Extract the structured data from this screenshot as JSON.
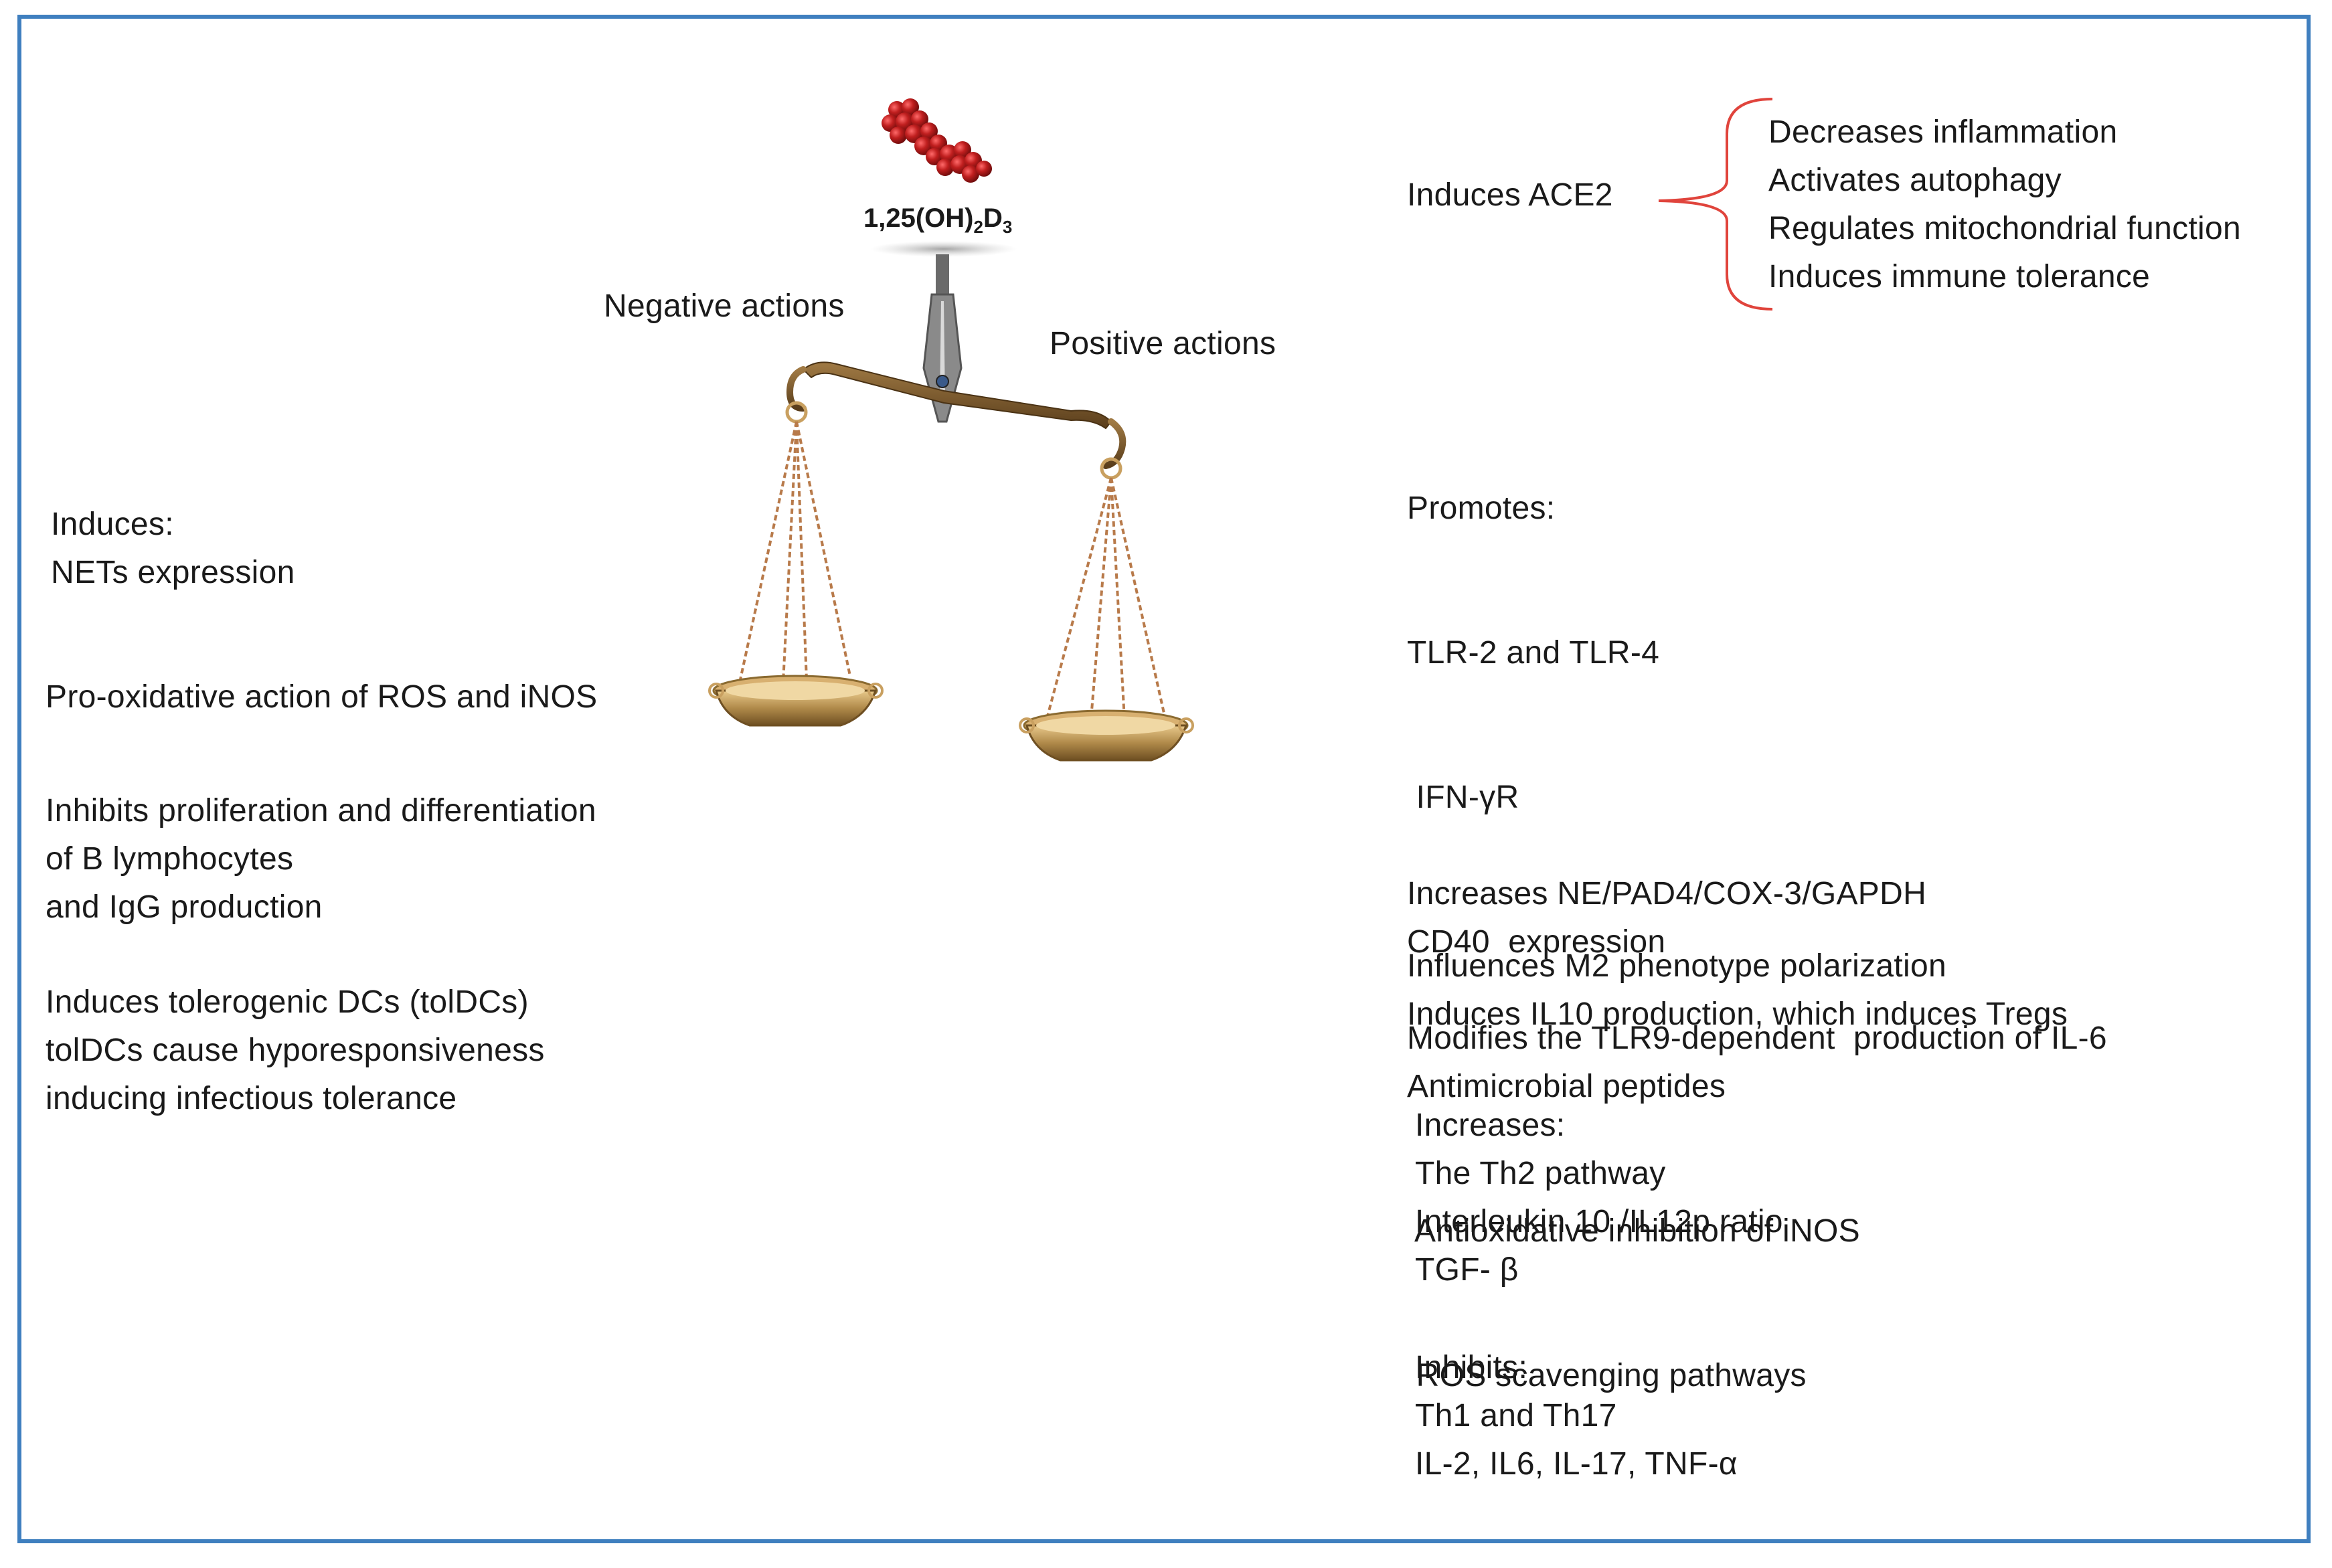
{
  "compound": {
    "label_main": "1,25(OH)",
    "sub1": "2",
    "label_d": "D",
    "sub2": "3"
  },
  "scale": {
    "negative_label": "Negative actions",
    "positive_label": "Positive actions"
  },
  "left": {
    "block1": [
      "Induces:",
      "NETs  expression"
    ],
    "block2": [
      "Pro-oxidative action of ROS and iNOS"
    ],
    "block3": [
      "Inhibits proliferation and differentiation",
      "of B lymphocytes",
      "and IgG production"
    ],
    "block4": [
      "Induces  tolerogenic DCs (tolDCs)",
      "tolDCs cause hyporesponsiveness",
      "inducing infectious tolerance"
    ]
  },
  "right": {
    "ace2": "Induces ACE2",
    "ace2_effects": [
      "Decreases inflammation",
      "Activates autophagy",
      "Regulates mitochondrial function",
      "Induces immune tolerance"
    ],
    "promotes": [
      "Promotes:",
      "TLR-2 and TLR-4",
      " IFN-γR",
      "CD40  expression",
      "Antimicrobial peptides",
      " Antioxidative inhibition of iNOS",
      " ROS scavenging pathways"
    ],
    "increases_ne": [
      "Increases NE/PAD4/COX-3/GAPDH",
      "Modifies the TLR9-dependent  production of IL-6"
    ],
    "m2": [
      "Influences M2 phenotype polarization",
      "Induces IL10 production, which induces Tregs"
    ],
    "increases": [
      "Increases:",
      "The Th2 pathway",
      "Interleukin 10 /IL12p ratio",
      "TGF- β"
    ],
    "inhibits": [
      "Inhibits:",
      "Th1 and Th17",
      "IL-2, IL6, IL-17, TNF-α"
    ]
  },
  "colors": {
    "frame": "#3f7fbf",
    "brace": "#e0443c",
    "molecule": "#b01c1c",
    "brass": "#b08a4a",
    "chain": "#b87a4a"
  }
}
